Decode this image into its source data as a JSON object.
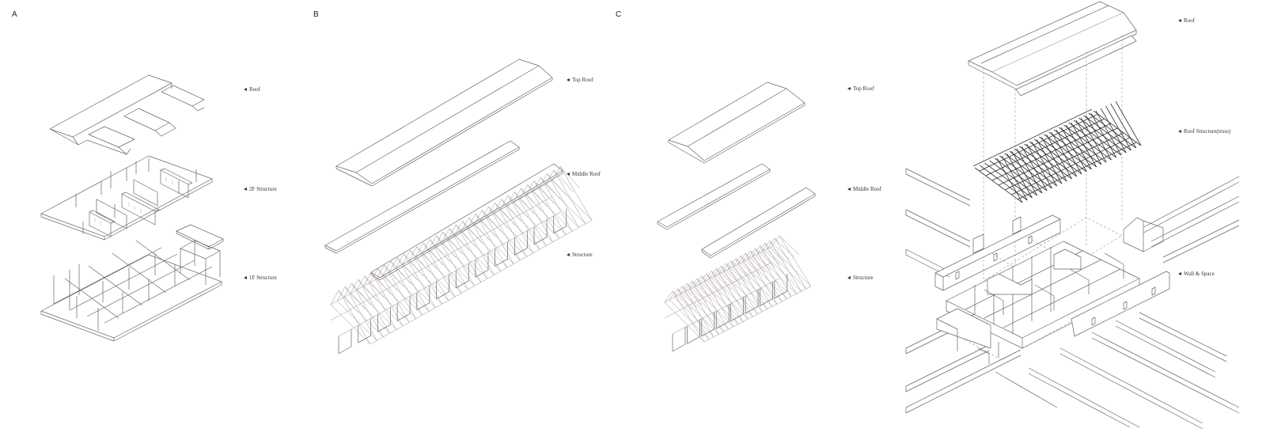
{
  "panels": [
    {
      "letter": "A",
      "labels": [
        "Roof",
        "2F Structure",
        "1F Structure"
      ]
    },
    {
      "letter": "B",
      "labels": [
        "Top Roof",
        "Middle Roof",
        "Structure"
      ]
    },
    {
      "letter": "C",
      "labels": [
        "Top Roof",
        "Middle Roof",
        "Structure"
      ]
    },
    {
      "letter": "",
      "labels": [
        "Roof",
        "Roof Structure(truss)",
        "Wall & Space"
      ]
    }
  ],
  "colors": {
    "line": "#666666",
    "truss": "#9a8f8a",
    "background": "#ffffff"
  }
}
